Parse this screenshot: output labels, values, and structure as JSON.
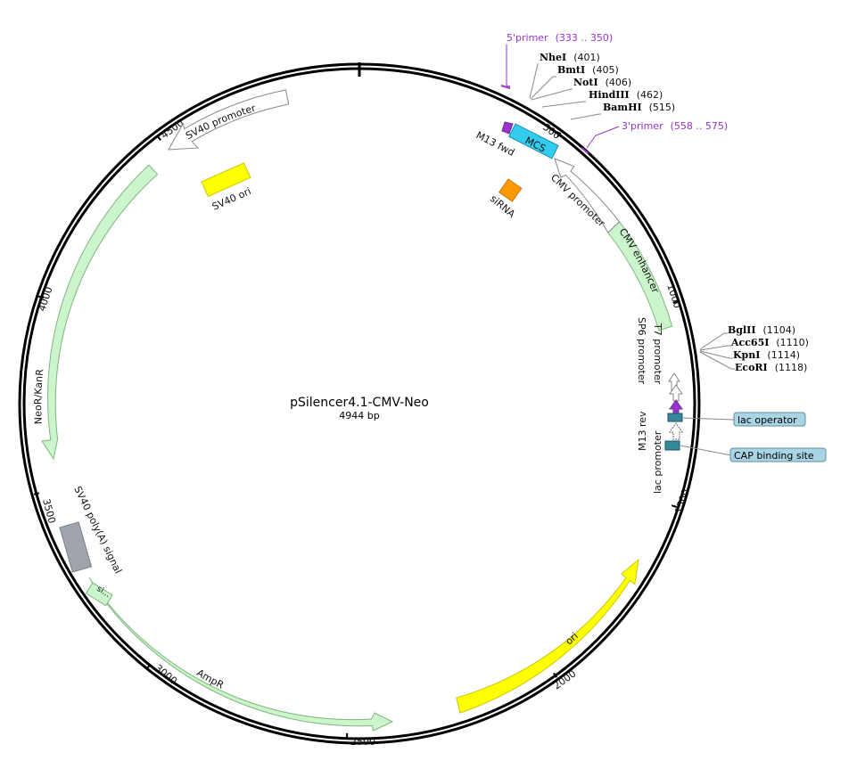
{
  "map": {
    "title": "pSilencer4.1-CMV-Neo",
    "size_label": "4944 bp"
  },
  "ticks": [
    {
      "label": "500"
    },
    {
      "label": "1000"
    },
    {
      "label": "1500"
    },
    {
      "label": "2000"
    },
    {
      "label": "2500"
    },
    {
      "label": "3000"
    },
    {
      "label": "3500"
    },
    {
      "label": "4000"
    },
    {
      "label": "4500"
    }
  ],
  "features": [
    {
      "label": "SV40 promoter"
    },
    {
      "label": "SV40 ori"
    },
    {
      "label": "NeoR/KanR"
    },
    {
      "label": "SV40 poly(A) signal"
    },
    {
      "label": "AmpR"
    },
    {
      "label": "ori"
    },
    {
      "label": "CMV enhancer"
    },
    {
      "label": "CMV promoter"
    },
    {
      "label": "M13 fwd"
    },
    {
      "label": "MCS"
    },
    {
      "label": "siRNA"
    },
    {
      "label": "T7 promoter"
    },
    {
      "label": "SP6 promoter"
    },
    {
      "label": "M13 rev"
    },
    {
      "label": "lac promoter"
    },
    {
      "label": "si..."
    }
  ],
  "sites": [
    {
      "name": "NheI",
      "pos": "(401)"
    },
    {
      "name": "BmtI",
      "pos": "(405)"
    },
    {
      "name": "NotI",
      "pos": "(406)"
    },
    {
      "name": "HindIII",
      "pos": "(462)"
    },
    {
      "name": "BamHI",
      "pos": "(515)"
    },
    {
      "name": "BglII",
      "pos": "(1104)"
    },
    {
      "name": "Acc65I",
      "pos": "(1110)"
    },
    {
      "name": "KpnI",
      "pos": "(1114)"
    },
    {
      "name": "EcoRI",
      "pos": "(1118)"
    }
  ],
  "primers": [
    {
      "label": "5'primer",
      "range": "(333 .. 350)"
    },
    {
      "label": "3'primer",
      "range": "(558 .. 575)"
    }
  ],
  "callouts": [
    {
      "label": "lac operator"
    },
    {
      "label": "CAP binding site"
    }
  ],
  "colors": {
    "green_feature": "#ccf5cc",
    "yellow_feature": "#ffff00",
    "cyan_feature": "#33ccee",
    "orange_feature": "#ff9900",
    "purple_feature": "#9933cc",
    "teal_feature": "#338899",
    "grey_feature": "#a0a4ac",
    "callout_bg": "#a8d4e4"
  }
}
